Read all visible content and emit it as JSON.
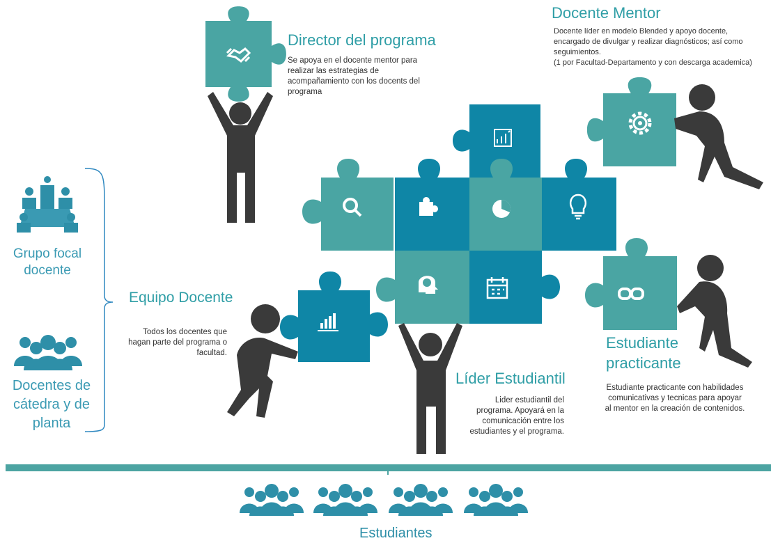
{
  "colors": {
    "teal": "#4aa5a3",
    "blue": "#0f86a6",
    "title": "#2f9ea6",
    "person": "#3a3a3a",
    "people_icons": "#2e8fa8",
    "bar": "#4ca4a2"
  },
  "director": {
    "title": "Director del programa",
    "text_lines": [
      "Se apoya en el docente  mentor para",
      "realizar  las estrategias   de",
      "acompañamiento  con los docents  del",
      "programa"
    ],
    "icon": "handshake-icon"
  },
  "mentor": {
    "title": "Docente Mentor",
    "text_lines": [
      "Docente líder en modelo Blended  y apoyo docente,",
      "encargado  de  divulgar y realizar diagnósticos;  así como",
      "seguimientos.",
      "(1 por Facultad-Departamento    y con descarga  academica)"
    ],
    "icon": "gear-icon"
  },
  "grupo_focal": {
    "label_lines": [
      "Grupo focal",
      "docente"
    ],
    "icon": "meeting-icon"
  },
  "docentes": {
    "label_lines": [
      "Docentes de",
      "cátedra y de",
      "planta"
    ],
    "icon": "group-icon"
  },
  "equipo": {
    "title": "Equipo Docente",
    "text_lines": [
      "Todos  los docentes  que",
      "hagan  parte del programa  o",
      "facultad."
    ],
    "icon": "bar-chart-icon"
  },
  "lider": {
    "title": "Líder Estudiantil",
    "text_lines": [
      "Lider estudiantil  del",
      "programa.   Apoyará en la",
      "comunicación  entre los",
      "estudiantes   y el programa."
    ]
  },
  "practicante": {
    "title_lines": [
      "Estudiante",
      "practicante"
    ],
    "text_lines": [
      "Estudiante  practicante  con habilidades",
      "comunicativas  y tecnicas para apoyar",
      "al mentor  en la creación de contenidos."
    ],
    "icon": "link-icon"
  },
  "estudiantes": {
    "label": "Estudiantes",
    "icon": "students-icon"
  },
  "center_icons": [
    "presentation-icon",
    "search-icon",
    "puzzle-icon",
    "pie-chart-icon",
    "lightbulb-icon",
    "brain-icon",
    "calendar-icon"
  ]
}
